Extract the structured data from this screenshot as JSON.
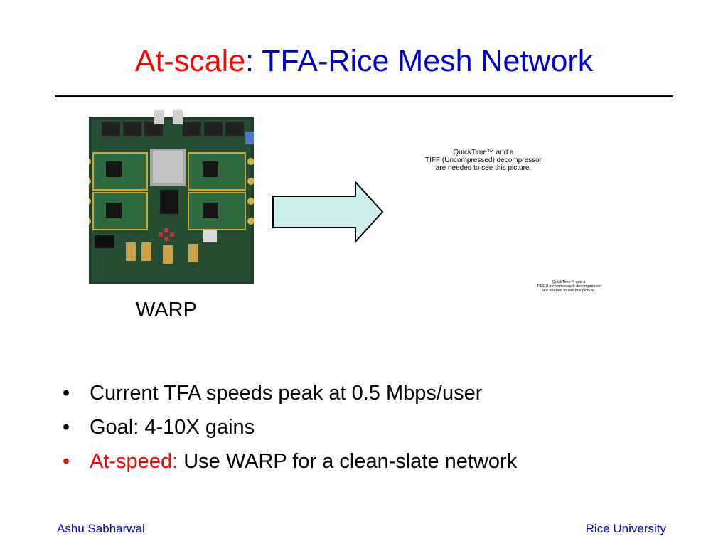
{
  "title": {
    "prefix": "At-scale",
    "colon": ":",
    "main": " TFA-Rice Mesh Network"
  },
  "image_caption": "WARP",
  "quicktime_notice_large": [
    "QuickTime™ and a",
    "TIFF (Uncompressed) decompressor",
    "are needed to see this picture."
  ],
  "quicktime_notice_small": [
    "QuickTime™ and a",
    "TIFF (Uncompressed) decompressor",
    "are needed to see this picture."
  ],
  "bullets": [
    {
      "highlight": "",
      "text": "Current TFA speeds peak at 0.5 Mbps/user"
    },
    {
      "highlight": "",
      "text": "Goal: 4-10X gains"
    },
    {
      "highlight": "At-speed:",
      "text": " Use WARP for a clean-slate network"
    }
  ],
  "footer": {
    "left": "Ashu Sabharwal",
    "right": "Rice University"
  },
  "colors": {
    "title_red": "#ff0000",
    "title_blue": "#0000cc",
    "arrow_fill": "#cdeeee",
    "board_green": "#1f4d2b"
  },
  "icons": {
    "board": "warp-board-photo",
    "arrow": "right-arrow-icon",
    "bullet": "bullet-dot"
  }
}
